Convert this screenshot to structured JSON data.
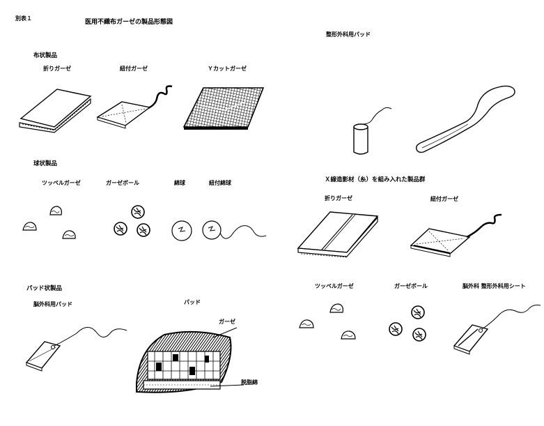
{
  "header": {
    "figure_number": "別表１",
    "title": "医用不織布ガーゼの製品形態図"
  },
  "left": {
    "section_cloth": {
      "heading": "布状製品",
      "items": [
        "折りガーゼ",
        "紐付ガーゼ",
        "Ｙカットガーゼ"
      ]
    },
    "section_ball": {
      "heading": "球状製品",
      "items": [
        "ツッペルガーゼ",
        "ガーゼボール",
        "綿球",
        "紐付綿球"
      ]
    },
    "section_pad": {
      "heading": "パッド状製品",
      "items": [
        "脳外科用パッド",
        "パッド"
      ],
      "callouts": [
        "ガーゼ",
        "脱脂綿"
      ]
    }
  },
  "right": {
    "section_ortho": {
      "heading": "整形外科用パッド"
    },
    "section_xray": {
      "heading": "Ｘ線造影材（糸）を組み入れた製品群",
      "items_top": [
        "折りガーゼ",
        "紐付ガーゼ"
      ],
      "items_bottom": [
        "ツッペルガーゼ",
        "ガーゼボール",
        "脳外科 整形外科用シート"
      ]
    }
  }
}
